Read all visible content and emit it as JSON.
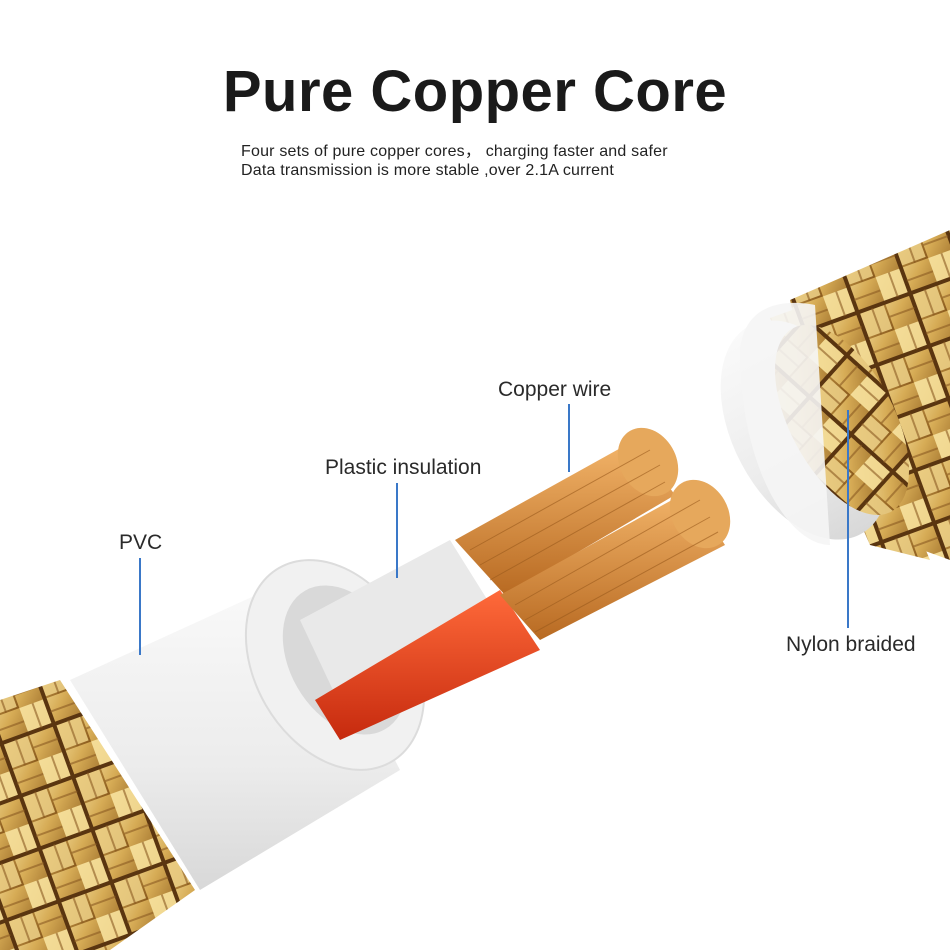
{
  "header": {
    "title": "Pure Copper Core",
    "subtitle_line1": "Four sets of pure copper cores， charging faster and safer",
    "subtitle_line2": "Data transmission is more stable ,over 2.1A current"
  },
  "labels": {
    "copper_wire": "Copper wire",
    "plastic_insulation": "Plastic insulation",
    "pvc": "PVC",
    "nylon_braided": "Nylon braided"
  },
  "colors": {
    "gold_braid": "#c9a04a",
    "copper": "#d9893f",
    "red_wire": "#e8401e",
    "sheath_white": "#f2f2f2",
    "callout_line": "#3a78c8"
  }
}
